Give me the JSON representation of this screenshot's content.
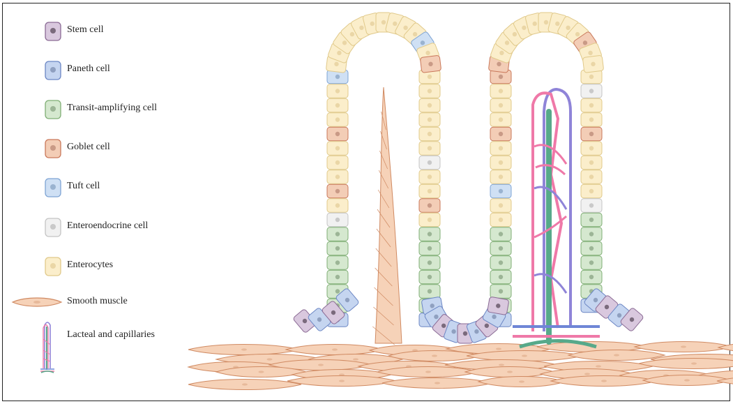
{
  "legend": [
    {
      "key": "stem",
      "label": "Stem cell",
      "fill": "#d9c8de",
      "stroke": "#8a6a94",
      "nucleus": "#7a6a7c"
    },
    {
      "key": "paneth",
      "label": "Paneth cell",
      "fill": "#c5d5f0",
      "stroke": "#6b86c4",
      "nucleus": "#8fa0c0"
    },
    {
      "key": "ta",
      "label": "Transit-amplifying cell",
      "fill": "#d5e8cf",
      "stroke": "#7fae74",
      "nucleus": "#9cb596"
    },
    {
      "key": "goblet",
      "label": "Goblet cell",
      "fill": "#f3cdb6",
      "stroke": "#c9785a",
      "nucleus": "#c99a86"
    },
    {
      "key": "tuft",
      "label": "Tuft cell",
      "fill": "#cfe0f4",
      "stroke": "#7ea4d4",
      "nucleus": "#9ab3d0"
    },
    {
      "key": "ee",
      "label": "Enteroendocrine cell",
      "fill": "#f1f1f1",
      "stroke": "#c4c4c4",
      "nucleus": "#c9c9c9"
    },
    {
      "key": "ent",
      "label": "Enterocytes",
      "fill": "#fbeecb",
      "stroke": "#e0c98a",
      "nucleus": "#ead6a6"
    },
    {
      "key": "muscle",
      "label": "Smooth muscle",
      "fill": "#f6d2b8",
      "stroke": "#d08a62",
      "nucleus": "#e7b99a"
    },
    {
      "key": "lacteal",
      "label": "Lacteal and capillaries",
      "colors": {
        "pink": "#ef79a8",
        "purple": "#8f84d8",
        "green": "#57a98a",
        "blue": "#6f86d6"
      }
    }
  ]
}
